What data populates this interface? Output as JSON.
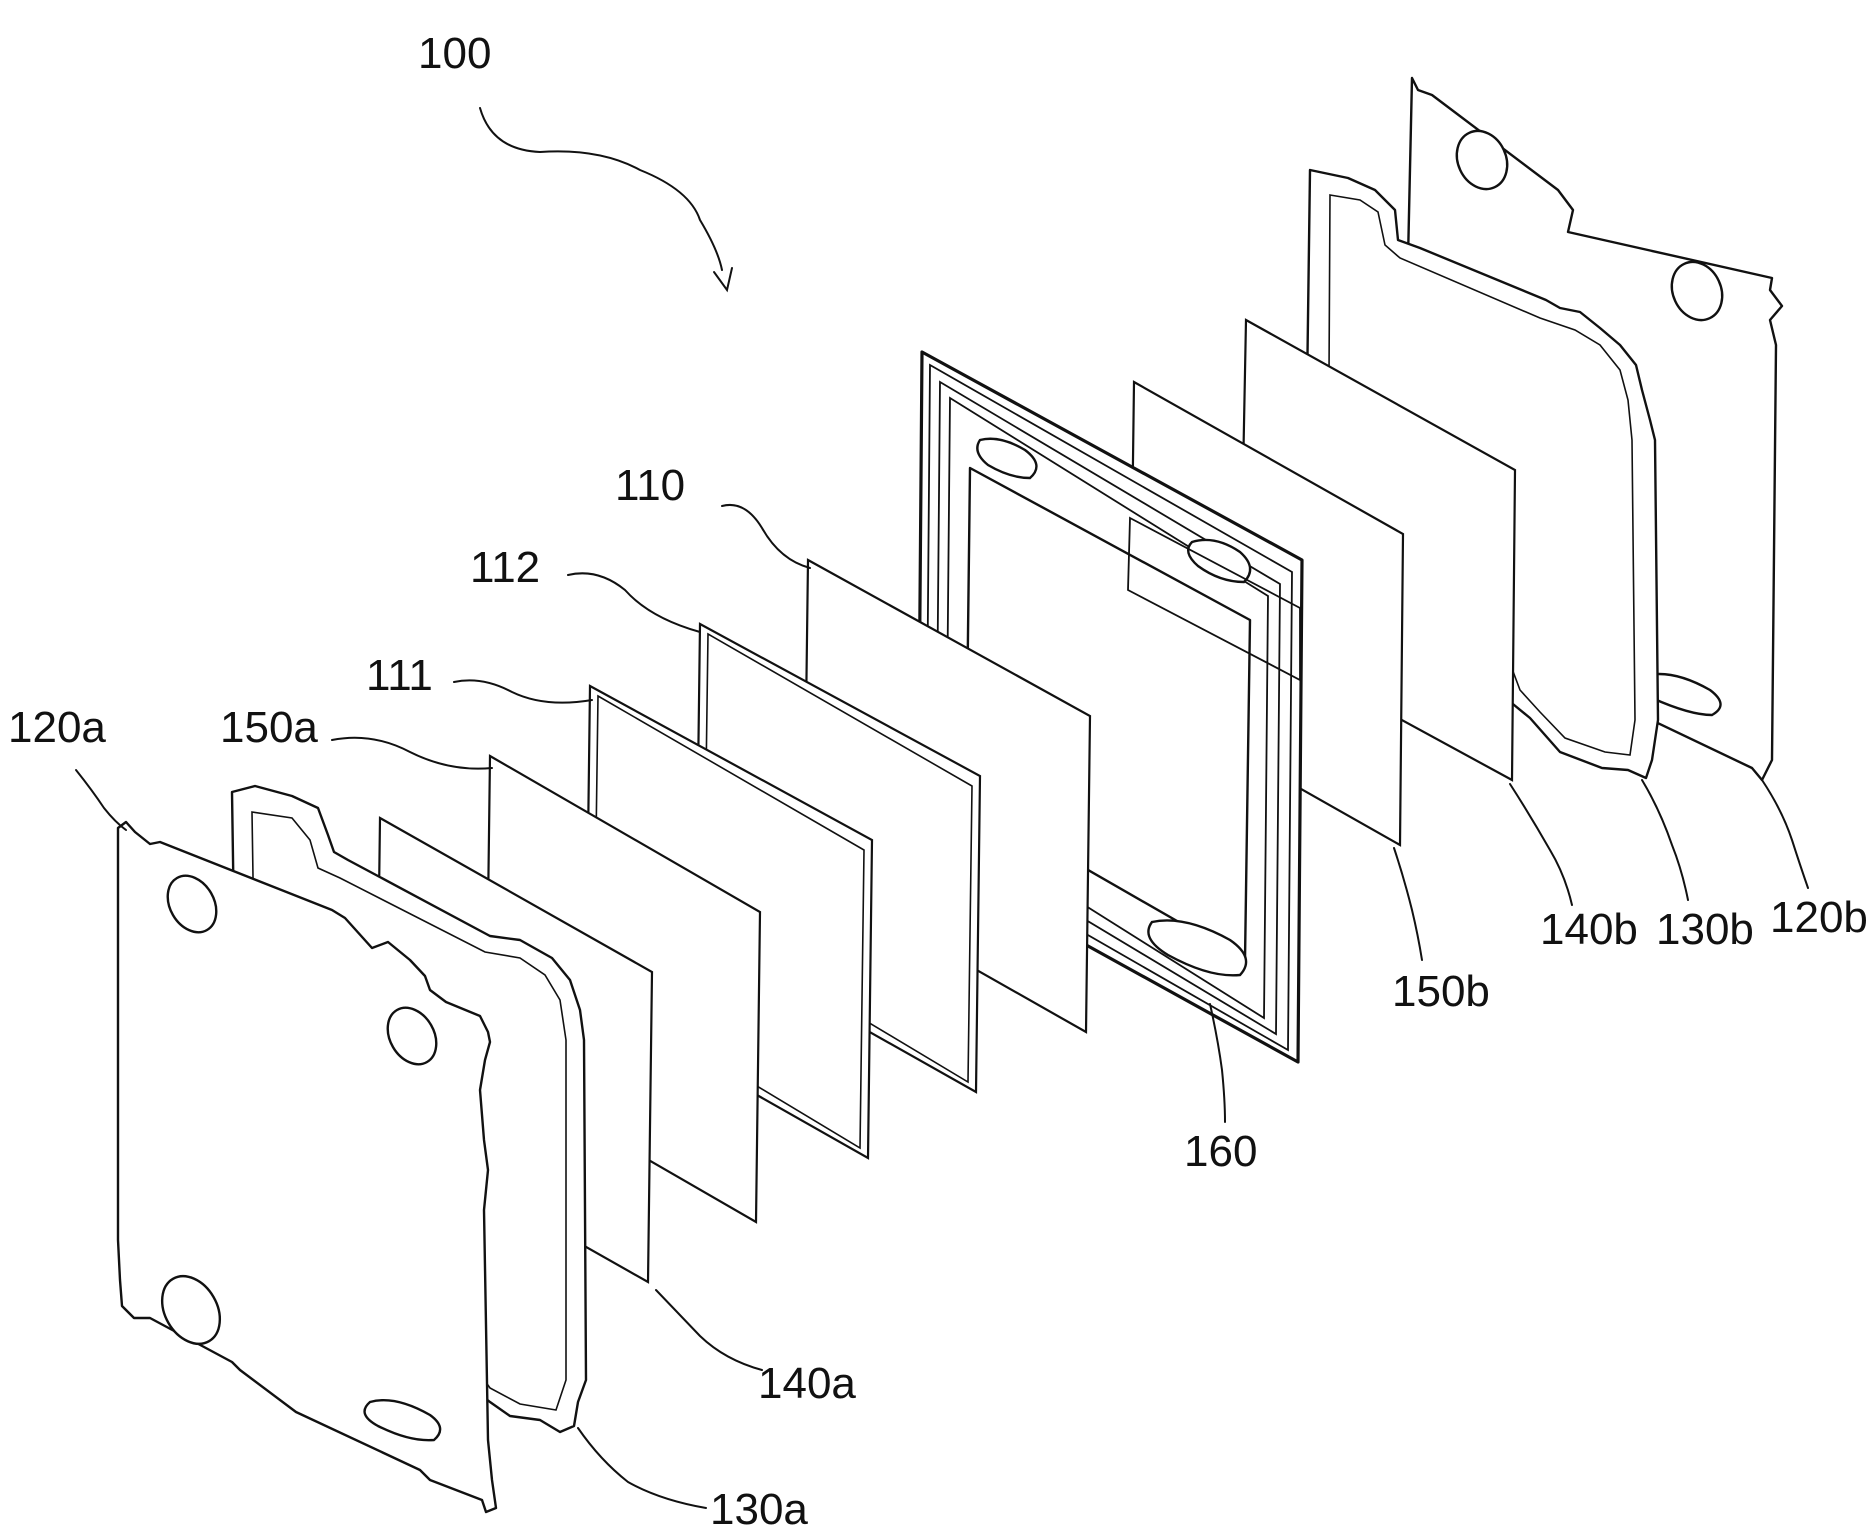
{
  "figure": {
    "labels": {
      "assembly": "100",
      "membrane_assembly": "110",
      "membrane_first": "111",
      "membrane_second": "112",
      "end_plate_a": "120a",
      "end_plate_b": "120b",
      "gasket_a": "130a",
      "gasket_b": "130b",
      "layer_140a": "140a",
      "layer_140b": "140b",
      "layer_150a": "150a",
      "layer_150b": "150b",
      "frame": "160"
    }
  }
}
